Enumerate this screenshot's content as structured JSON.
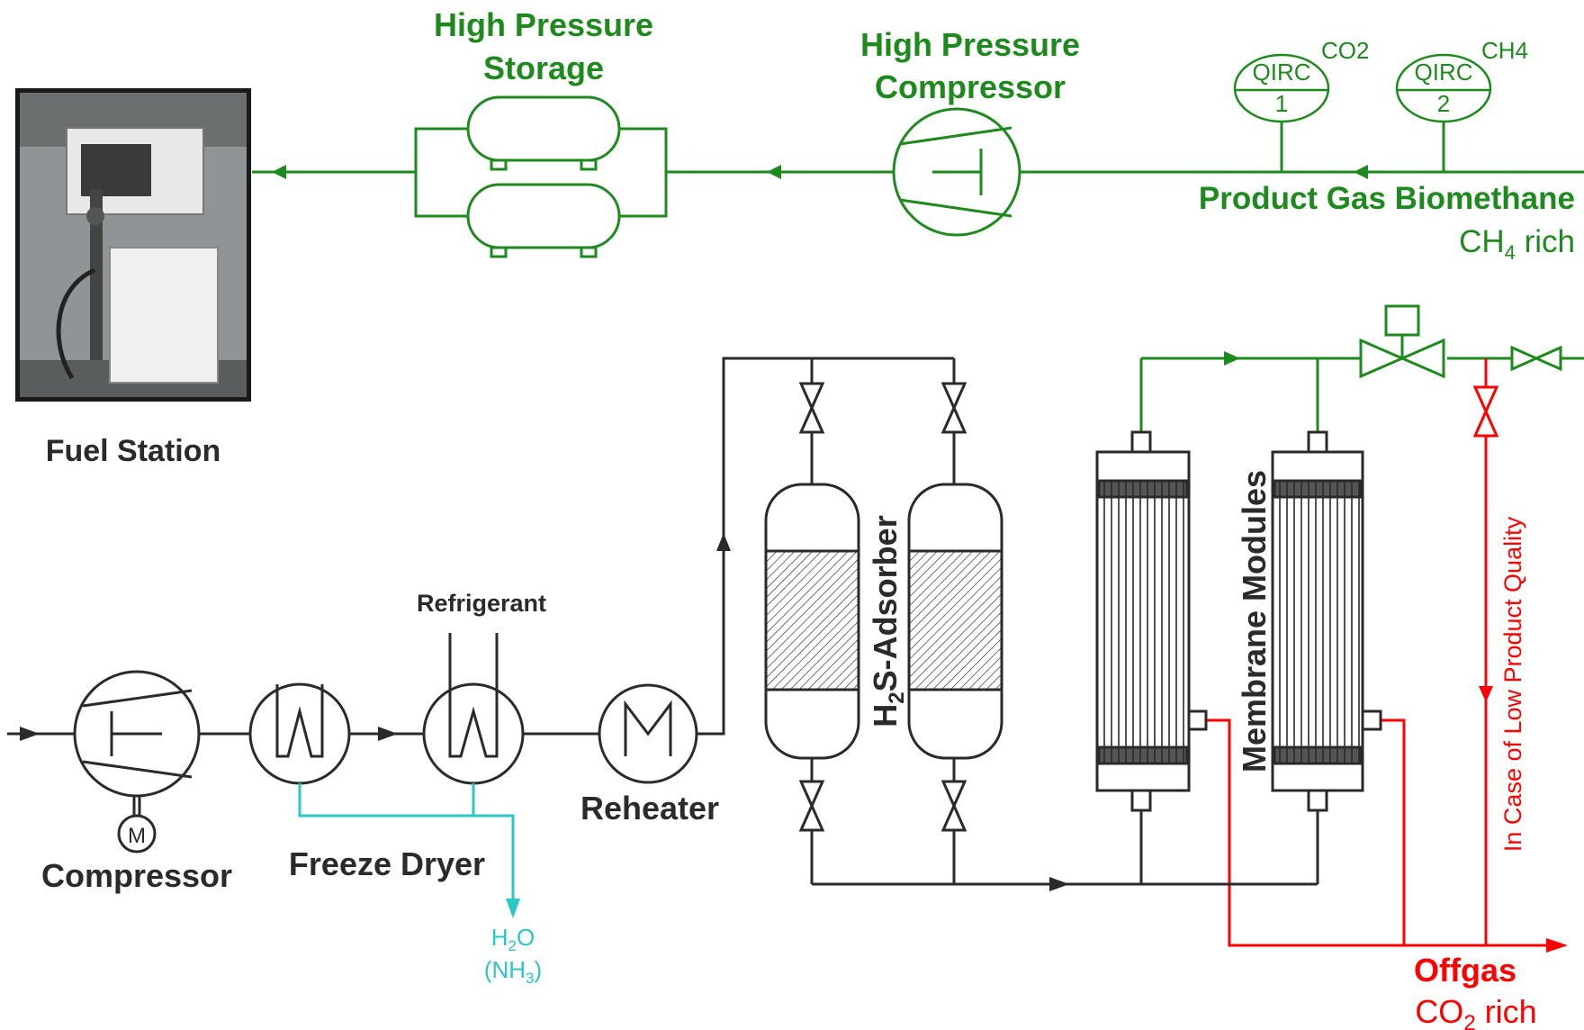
{
  "labels": {
    "high_pressure_storage_1": "High Pressure",
    "high_pressure_storage_2": "Storage",
    "high_pressure_compressor_1": "High Pressure",
    "high_pressure_compressor_2": "Compressor",
    "product_gas": "Product Gas Biomethane",
    "ch4_rich_prefix": "CH",
    "ch4_rich_sub": "4",
    "ch4_rich_suffix": " rich",
    "fuel_station": "Fuel Station",
    "refrigerant": "Refrigerant",
    "compressor": "Compressor",
    "freeze_dryer": "Freeze Dryer",
    "reheater": "Reheater",
    "h2s_prefix": "H",
    "h2s_sub": "2",
    "h2s_suffix": "S-Adsorber",
    "membrane_modules": "Membrane Modules",
    "low_quality": "In Case of Low Product Quality",
    "offgas": "Offgas",
    "co2_rich_prefix": "CO",
    "co2_rich_sub": "2",
    "co2_rich_suffix": " rich",
    "water_prefix": "H",
    "water_sub": "2",
    "water_suffix": "O",
    "ammonia_prefix": "(NH",
    "ammonia_sub": "3",
    "ammonia_suffix": ")",
    "motor": "M"
  },
  "analyzers": [
    {
      "tag": "QIRC",
      "number": "1",
      "gas": "CO2"
    },
    {
      "tag": "QIRC",
      "number": "2",
      "gas": "CH4"
    }
  ],
  "colors": {
    "product_line": "#1e8a1e",
    "offgas_line": "#ff0000",
    "condensate_line": "#2bc6c6",
    "process_line": "#2a2a2a"
  }
}
